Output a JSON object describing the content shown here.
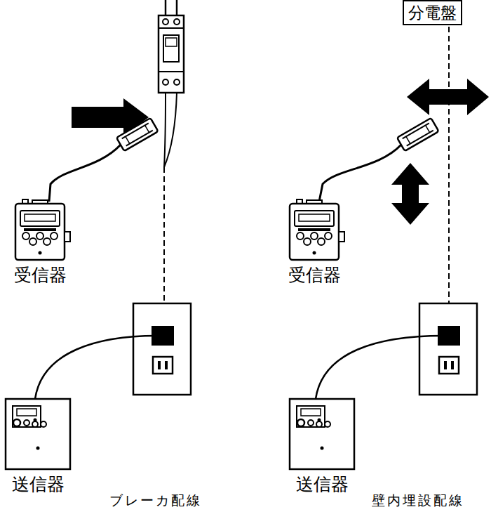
{
  "diagram": {
    "nodes": [
      {
        "text": [
          "分電盤"
        ]
      }
    ],
    "edges": [],
    "labels": [
      "受信器",
      "受信器",
      "送信器",
      "送信器",
      "ブレーカ配線",
      "壁内埋設配線"
    ]
  }
}
